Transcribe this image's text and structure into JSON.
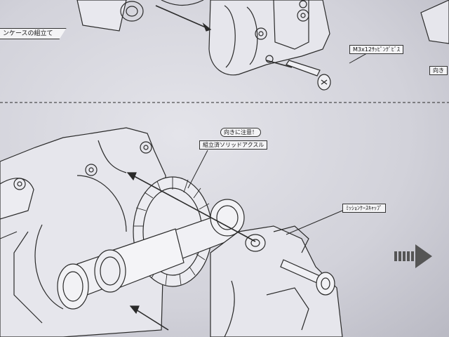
{
  "section": {
    "banner_text": "ンケースの組立て"
  },
  "callouts": {
    "screw_top": "M3x12ｻｯﾋﾟﾝｸﾞﾋﾞｽ",
    "caution": "向きに注意！",
    "solid_axle": "組立済ソリッドアクスル",
    "case_cap": "ﾐｯｼｮﾝｹｰｽｷｬｯﾌﾟ",
    "edge_right": "向き"
  },
  "colors": {
    "paper": "#dcdce3",
    "ink": "#222222"
  }
}
